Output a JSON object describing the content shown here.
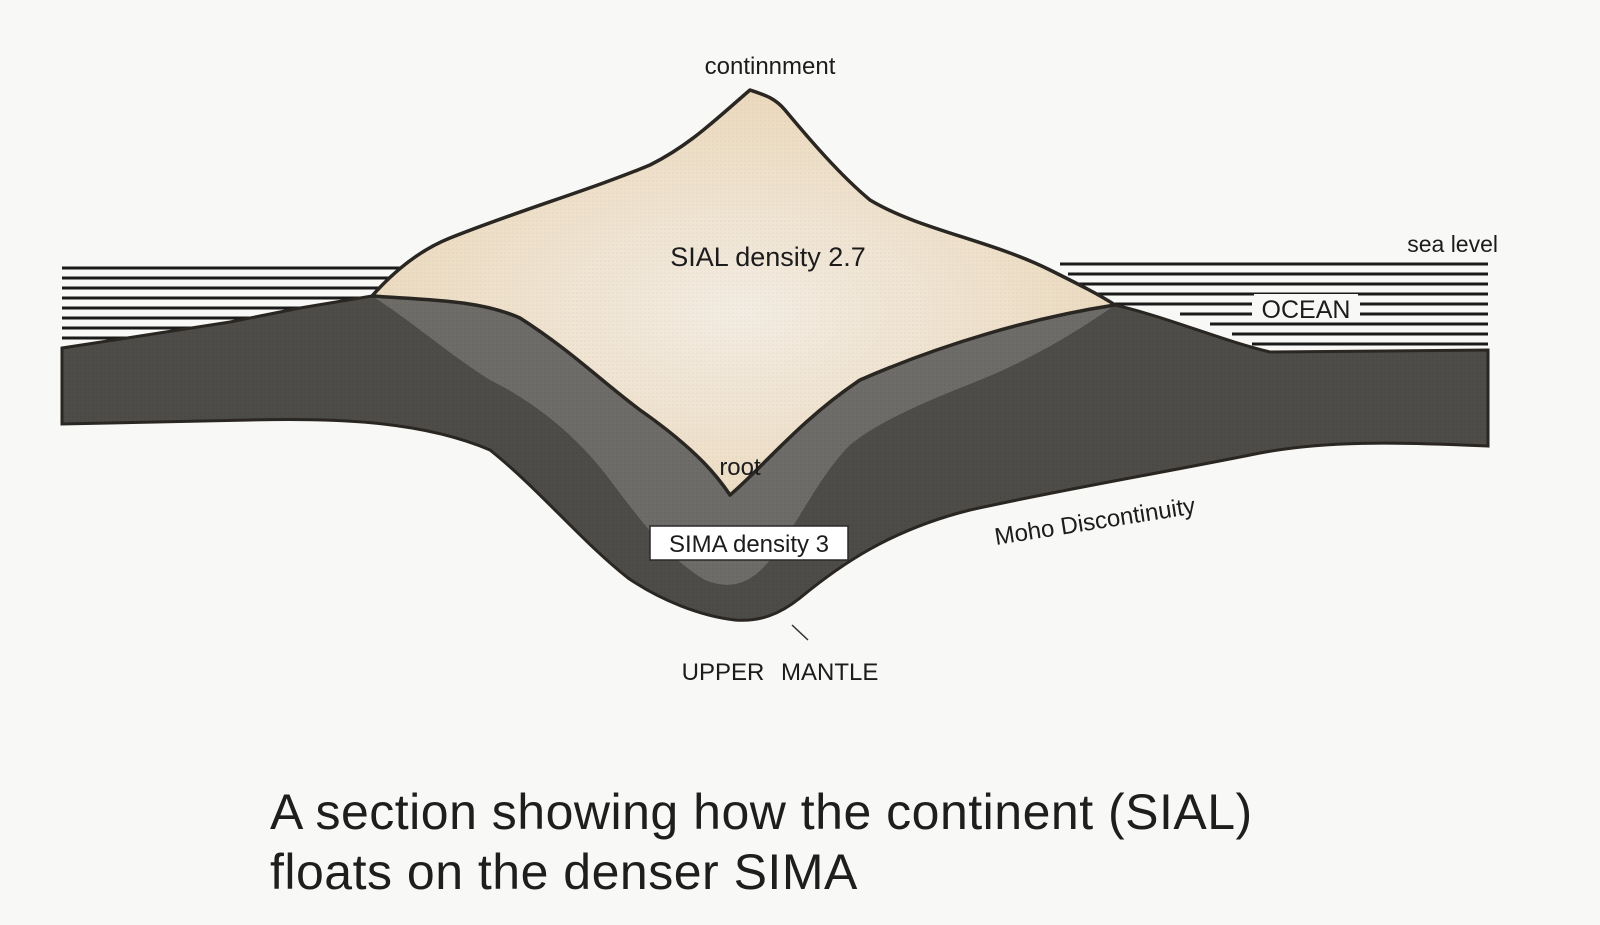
{
  "labels": {
    "continent": "continnment",
    "sial": "SIAL density 2.7",
    "sea_level": "sea level",
    "ocean": "OCEAN",
    "root": "root",
    "sima": "SIMA density 3",
    "moho": "Moho Discontinuity",
    "upper_mantle": "UPPER MANTLE"
  },
  "caption": {
    "line1": "A section showing how the continent (SIAL)",
    "line2": "floats on the denser SIMA"
  },
  "colors": {
    "sial_fill": "#ecdcc3",
    "sima_outer": "#4d4b48",
    "sima_inner": "#6e6d6a",
    "ocean_lines": "#1a1a1a",
    "outline": "#2a2622"
  }
}
